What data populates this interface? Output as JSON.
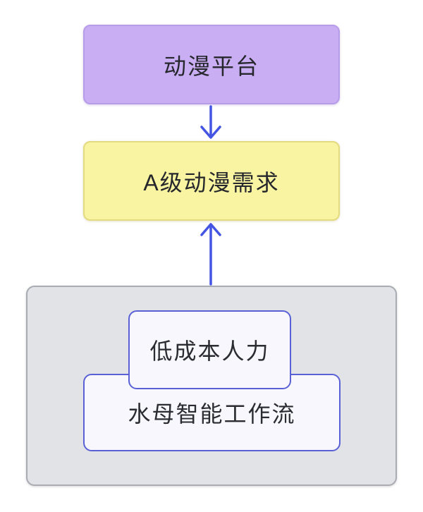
{
  "diagram": {
    "nodes": {
      "anime_platform": {
        "label": "动漫平台",
        "fill": "#c9aef4",
        "border": "#b79ce9"
      },
      "a_level_demand": {
        "label": "A级动漫需求",
        "fill": "#f8f4a1",
        "border": "#e4da80"
      },
      "low_cost_labor": {
        "label": "低成本人力",
        "fill": "#f7f7fd",
        "border": "#5a61d6"
      },
      "jellyfish_workflow": {
        "label": "水母智能工作流",
        "fill": "#f7f7fd",
        "border": "#5a61d6"
      }
    },
    "group": {
      "fill": "#e2e3e6",
      "border": "#a9acb3"
    },
    "edges": [
      {
        "from": "anime_platform",
        "to": "a_level_demand",
        "direction": "down"
      },
      {
        "from": "group",
        "to": "a_level_demand",
        "direction": "up"
      }
    ],
    "colors": {
      "arrow": "#4355e2",
      "text": "#26272c",
      "background": "#ffffff"
    }
  }
}
